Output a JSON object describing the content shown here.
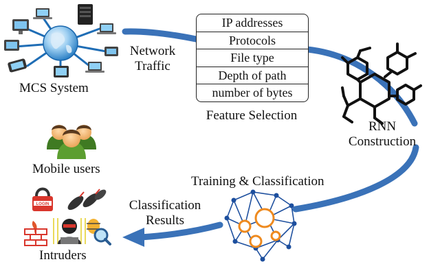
{
  "mcs": {
    "label": "MCS System"
  },
  "network": {
    "label_line1": "Network",
    "label_line2": "Traffic"
  },
  "features": {
    "items": [
      "IP addresses",
      "Protocols",
      "File type",
      "Depth of path",
      "number of bytes"
    ],
    "caption": "Feature Selection"
  },
  "rnn": {
    "line1": "RNN",
    "line2": "Construction"
  },
  "training": {
    "label": "Training & Classification"
  },
  "results": {
    "line1": "Classification",
    "line2": "Results"
  },
  "mobile": {
    "label": "Mobile users"
  },
  "intruders": {
    "label": "Intruders",
    "icons": [
      "lock-login-icon",
      "ddos-bombs-icon",
      "firewall-icon",
      "hacker-icon",
      "bug-magnifier-icon"
    ],
    "login_text": "LOGIN"
  },
  "colors": {
    "arrow": "#3a72b8",
    "orange": "#ee8a1f",
    "network_node": "#1d4f9e",
    "user_green": "#4d8a28"
  }
}
